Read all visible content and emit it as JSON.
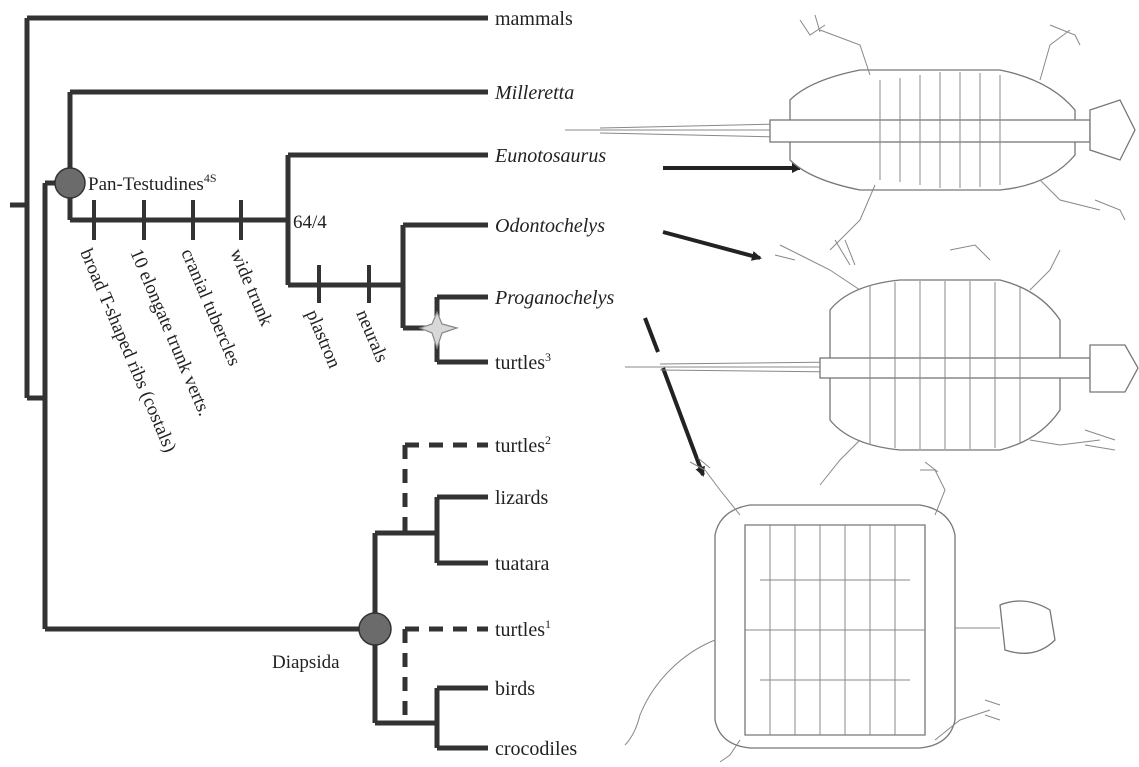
{
  "taxa": {
    "mammals": "mammals",
    "milleretta": "Milleretta",
    "eunotosaurus": "Eunotosaurus",
    "odontochelys": "Odontochelys",
    "proganochelys": "Proganochelys",
    "turtles3": "turtles",
    "turtles3_sup": "3",
    "turtles2": "turtles",
    "turtles2_sup": "2",
    "lizards": "lizards",
    "tuatara": "tuatara",
    "turtles1": "turtles",
    "turtles1_sup": "1",
    "birds": "birds",
    "crocodiles": "crocodiles"
  },
  "nodes": {
    "pan_testudines": "Pan-Testudines",
    "pan_testudines_sup": "4S",
    "diapsida": "Diapsida",
    "support_value": "64/4"
  },
  "characters": {
    "broad_ribs": "broad T-shaped ribs (costals)",
    "elongate_verts": "10 elongate trunk verts.",
    "cranial_tubercles": "cranial tubercles",
    "wide_trunk": "wide trunk",
    "plastron": "plastron",
    "neurals": "neurals"
  },
  "colors": {
    "branch": "#333333",
    "node_fill": "#6b6b6b",
    "star_fill": "#d8d8d8"
  }
}
